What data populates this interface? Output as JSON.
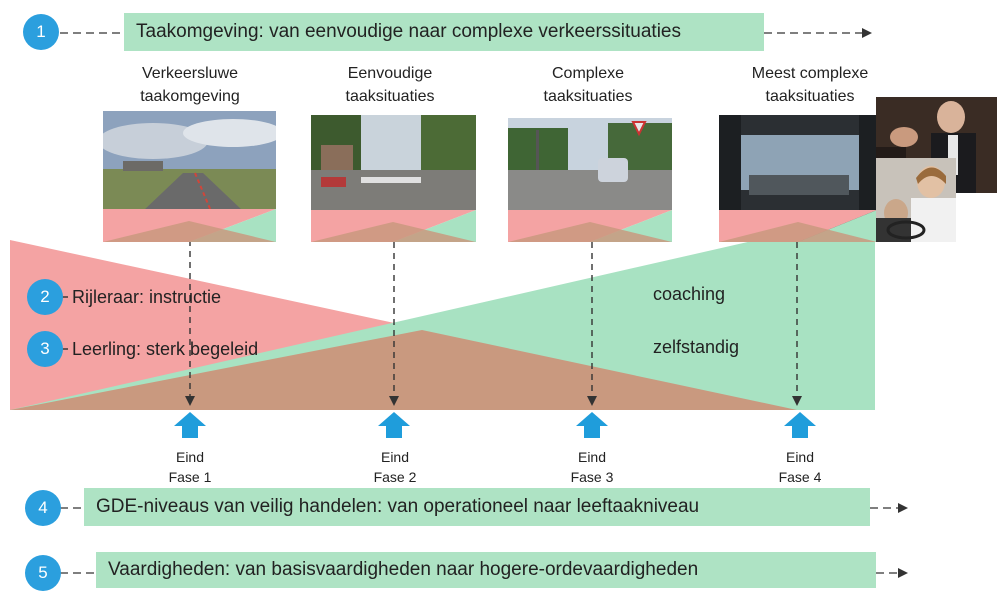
{
  "steps": [
    {
      "number": "1",
      "text": "Taakomgeving: van eenvoudige naar complexe verkeerssituaties"
    },
    {
      "number": "2",
      "text": "Rijleraar: instructie"
    },
    {
      "number": "3",
      "text": "Leerling: sterk begeleid"
    },
    {
      "number": "4",
      "text": "GDE-niveaus van veilig handelen: van operationeel naar leeftaakniveau"
    },
    {
      "number": "5",
      "text": "Vaardigheden: van basisvaardigheden naar hogere-ordevaardigheden"
    }
  ],
  "environments": [
    {
      "line1": "Verkeersluwe",
      "line2": "taakomgeving"
    },
    {
      "line1": "Eenvoudige",
      "line2": "taaksituaties"
    },
    {
      "line1": "Complexe",
      "line2": "taaksituaties"
    },
    {
      "line1": "Meest complexe",
      "line2": "taaksituaties"
    }
  ],
  "right_labels": {
    "coaching": "coaching",
    "independent": "zelfstandig"
  },
  "phases": [
    {
      "line1": "Eind",
      "line2": "Fase 1"
    },
    {
      "line1": "Eind",
      "line2": "Fase 2"
    },
    {
      "line1": "Eind",
      "line2": "Fase 3"
    },
    {
      "line1": "Eind",
      "line2": "Fase 4"
    }
  ],
  "colors": {
    "red_wedge": "#f4a3a3",
    "green_wedge": "#a8e2c2",
    "overlap": "#c9997f",
    "banner": "#aee3c4",
    "circle": "#2b9fde",
    "arrow": "#1f9ddb"
  }
}
